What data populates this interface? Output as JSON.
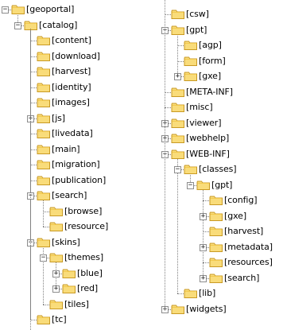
{
  "colors": {
    "folder_fill": "#f9dc7a",
    "folder_edge": "#c99a24",
    "folder_tab": "#f2c94f",
    "connector": "#808080"
  },
  "icons": {
    "folder": "folder-icon",
    "expander": "expander-icon"
  },
  "left_tree": [
    {
      "label": "[geoportal]",
      "toggle": "minus"
    },
    {
      "label": "[catalog]",
      "toggle": "minus"
    },
    {
      "label": "[content]",
      "toggle": null
    },
    {
      "label": "[download]",
      "toggle": null
    },
    {
      "label": "[harvest]",
      "toggle": null
    },
    {
      "label": "[identity]",
      "toggle": null
    },
    {
      "label": "[images]",
      "toggle": null
    },
    {
      "label": "[js]",
      "toggle": "plus"
    },
    {
      "label": "[livedata]",
      "toggle": null
    },
    {
      "label": "[main]",
      "toggle": null
    },
    {
      "label": "[migration]",
      "toggle": null
    },
    {
      "label": "[publication]",
      "toggle": null
    },
    {
      "label": "[search]",
      "toggle": "minus"
    },
    {
      "label": "[browse]",
      "toggle": null
    },
    {
      "label": "[resource]",
      "toggle": null
    },
    {
      "label": "[skins]",
      "toggle": "minus"
    },
    {
      "label": "[themes]",
      "toggle": "minus"
    },
    {
      "label": "[blue]",
      "toggle": "plus"
    },
    {
      "label": "[red]",
      "toggle": "plus"
    },
    {
      "label": "[tiles]",
      "toggle": null
    },
    {
      "label": "[tc]",
      "toggle": null
    }
  ],
  "right_tree": [
    {
      "label": "[csw]",
      "toggle": null
    },
    {
      "label": "[gpt]",
      "toggle": "minus"
    },
    {
      "label": "[agp]",
      "toggle": null
    },
    {
      "label": "[form]",
      "toggle": null
    },
    {
      "label": "[gxe]",
      "toggle": "plus"
    },
    {
      "label": "[META-INF]",
      "toggle": null
    },
    {
      "label": "[misc]",
      "toggle": null
    },
    {
      "label": "[viewer]",
      "toggle": "plus"
    },
    {
      "label": "[webhelp]",
      "toggle": "plus"
    },
    {
      "label": "[WEB-INF]",
      "toggle": "minus"
    },
    {
      "label": "[classes]",
      "toggle": "minus"
    },
    {
      "label": "[gpt]",
      "toggle": "minus"
    },
    {
      "label": "[config]",
      "toggle": null
    },
    {
      "label": "[gxe]",
      "toggle": "plus"
    },
    {
      "label": "[harvest]",
      "toggle": null
    },
    {
      "label": "[metadata]",
      "toggle": "plus"
    },
    {
      "label": "[resources]",
      "toggle": null
    },
    {
      "label": "[search]",
      "toggle": "plus"
    },
    {
      "label": "[lib]",
      "toggle": null
    },
    {
      "label": "[widgets]",
      "toggle": "plus"
    }
  ]
}
